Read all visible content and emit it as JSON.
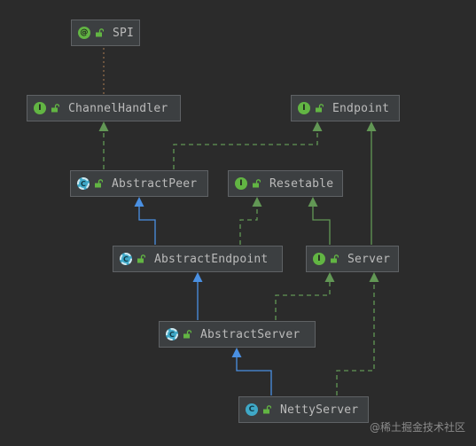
{
  "diagram": {
    "nodes": [
      {
        "id": "spi",
        "kind": "annotation",
        "badge": "@",
        "label": "SPI"
      },
      {
        "id": "channel-handler",
        "kind": "interface",
        "badge": "I",
        "label": "ChannelHandler"
      },
      {
        "id": "endpoint",
        "kind": "interface",
        "badge": "I",
        "label": "Endpoint"
      },
      {
        "id": "abstract-peer",
        "kind": "abstract-class",
        "badge": "C",
        "label": "AbstractPeer"
      },
      {
        "id": "resetable",
        "kind": "interface",
        "badge": "I",
        "label": "Resetable"
      },
      {
        "id": "abstract-endpoint",
        "kind": "abstract-class",
        "badge": "C",
        "label": "AbstractEndpoint"
      },
      {
        "id": "server",
        "kind": "interface",
        "badge": "I",
        "label": "Server"
      },
      {
        "id": "abstract-server",
        "kind": "abstract-class",
        "badge": "C",
        "label": "AbstractServer"
      },
      {
        "id": "netty-server",
        "kind": "class",
        "badge": "C",
        "label": "NettyServer"
      }
    ],
    "edges": [
      {
        "from": "channel-handler",
        "to": "spi",
        "type": "annotated-by"
      },
      {
        "from": "abstract-peer",
        "to": "channel-handler",
        "type": "implements"
      },
      {
        "from": "abstract-peer",
        "to": "endpoint",
        "type": "implements"
      },
      {
        "from": "abstract-endpoint",
        "to": "abstract-peer",
        "type": "extends"
      },
      {
        "from": "abstract-endpoint",
        "to": "resetable",
        "type": "implements"
      },
      {
        "from": "server",
        "to": "resetable",
        "type": "extends-interface"
      },
      {
        "from": "server",
        "to": "endpoint",
        "type": "extends-interface"
      },
      {
        "from": "abstract-server",
        "to": "abstract-endpoint",
        "type": "extends"
      },
      {
        "from": "abstract-server",
        "to": "server",
        "type": "implements"
      },
      {
        "from": "netty-server",
        "to": "abstract-server",
        "type": "extends"
      },
      {
        "from": "netty-server",
        "to": "server",
        "type": "implements"
      }
    ],
    "colors": {
      "background": "#2b2b2b",
      "node_fill": "#3c3f41",
      "node_border": "#5f6265",
      "text": "#bbbbbb",
      "interface_badge": "#62b543",
      "class_badge": "#3fa8c7",
      "extends_line": "#4a90e2",
      "implements_line": "#629755",
      "annotation_line": "#8f6a4a"
    }
  },
  "watermark": "@稀土掘金技术社区"
}
